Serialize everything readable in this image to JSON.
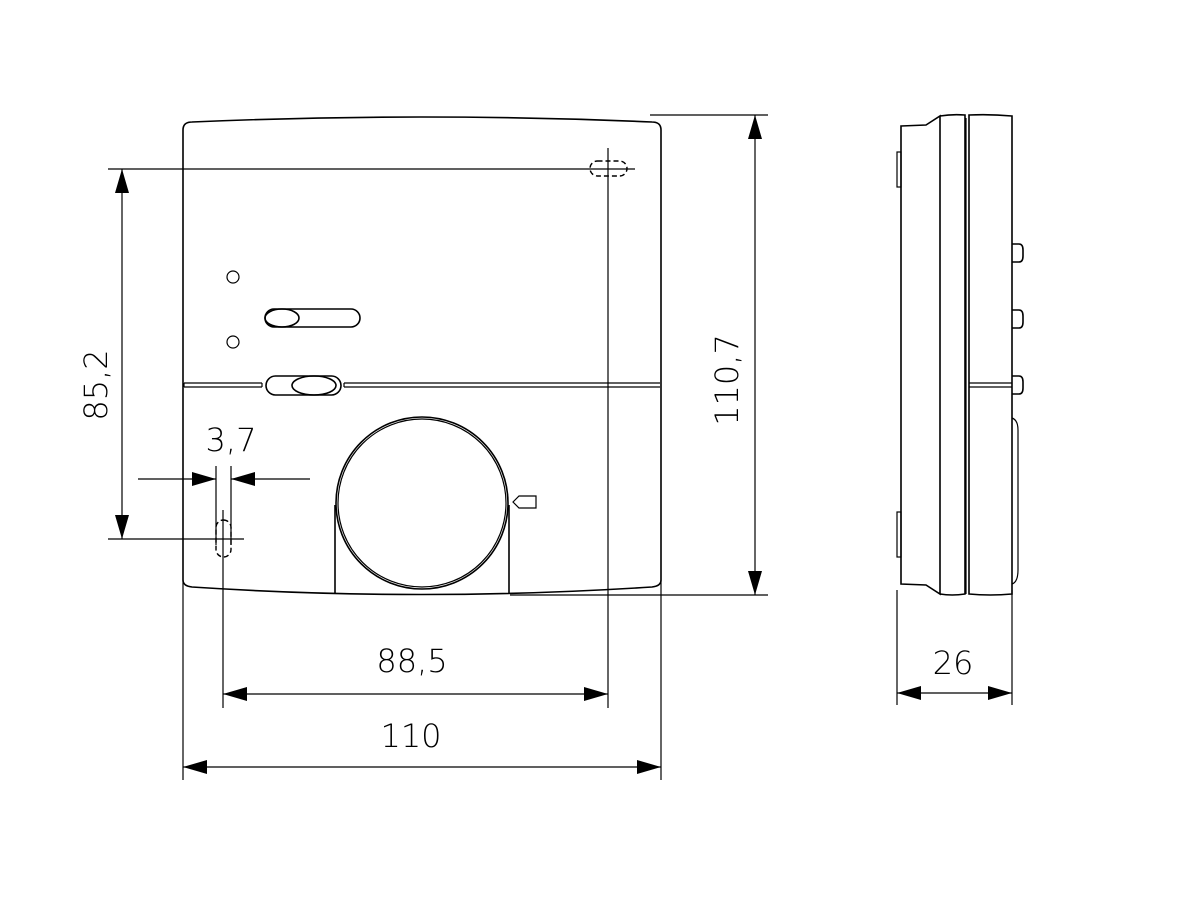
{
  "drawing": {
    "type": "technical-dimension-drawing",
    "subject": "room thermostat",
    "units": "mm",
    "line_color": "#000000",
    "background_color": "#ffffff"
  },
  "front_view": {
    "dimensions": {
      "overall_width": "110",
      "mounting_hole_spacing_horizontal": "88,5",
      "mounting_hole_spacing_vertical": "85,2",
      "mounting_slot_width": "3,7",
      "overall_height": "110,7"
    },
    "features": [
      "upper-mounting-slot",
      "lower-mounting-slot",
      "led-indicator-1",
      "led-indicator-2",
      "slide-switch-upper",
      "slide-switch-lower",
      "rotary-knob",
      "knob-pointer-marker",
      "cover-split-line"
    ]
  },
  "side_view": {
    "dimensions": {
      "depth": "26"
    },
    "features": [
      "base-plate",
      "housing-front",
      "side-buttons"
    ]
  }
}
